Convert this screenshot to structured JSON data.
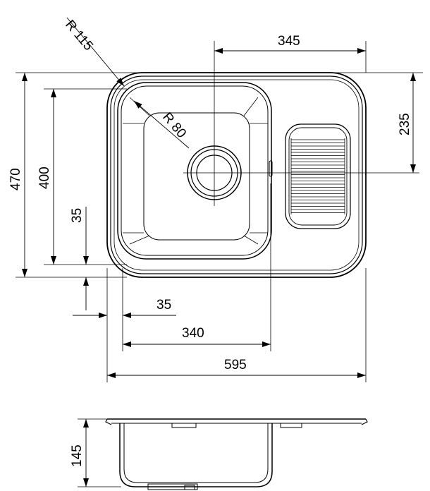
{
  "dimensions": {
    "r_outer": "R 115",
    "r_inner": "R 80",
    "drain_offset_top": "345",
    "drain_offset_side": "235",
    "total_height": "470",
    "bowl_height": "400",
    "edge_bottom": "35",
    "edge_left": "35",
    "bowl_width": "340",
    "total_width": "595",
    "depth": "145"
  },
  "colors": {
    "line": "#000000",
    "background": "#ffffff"
  }
}
